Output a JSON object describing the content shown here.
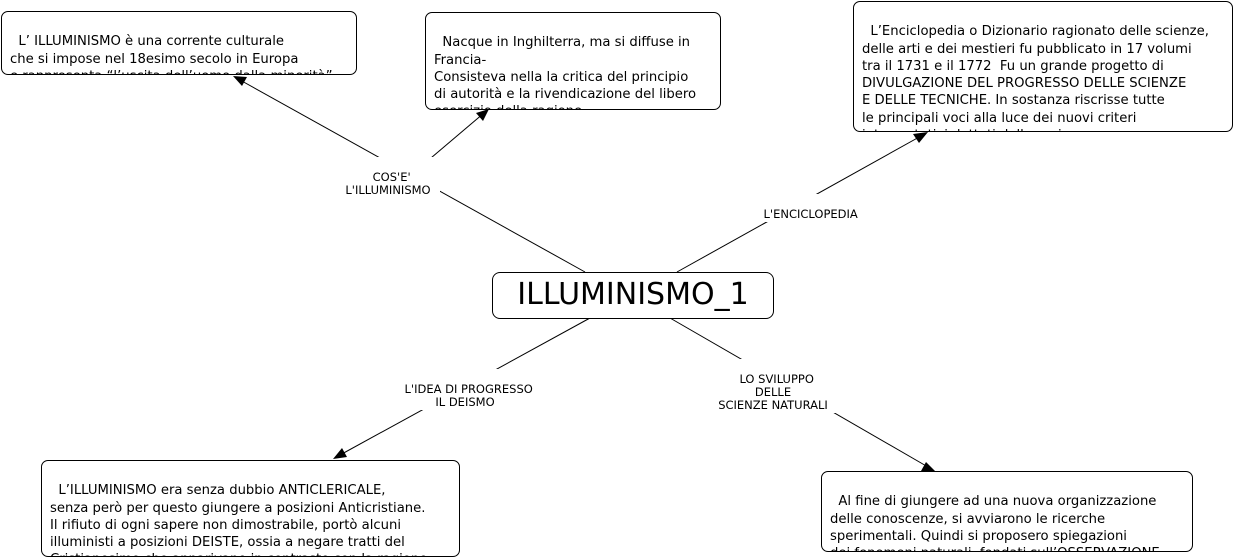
{
  "center": {
    "text": "ILLUMINISMO_1"
  },
  "nodes": {
    "top_left": "L’ ILLUMINISMO è una corrente culturale\nche si impose nel 18esimo secolo in Europa\ne rappresenta “l’uscita dell’uomo dalla minorità”",
    "top_mid": "Nacque in Inghilterra, ma si diffuse in\nFrancia-\nConsisteva nella la critica del principio\ndi autorità e la rivendicazione del libero\nesercizio della ragione,",
    "top_right": "L’Enciclopedia o Dizionario ragionato delle scienze,\ndelle arti e dei mestieri fu pubblicato in 17 volumi\ntra il 1731 e il 1772  Fu un grande progetto di\nDIVULGAZIONE DEL PROGRESSO DELLE SCIENZE\nE DELLE TECNICHE. In sostanza riscrisse tutte\nle principali voci alla luce dei nuovi criteri\ninterpretativi dettati dalla ragione.",
    "bottom_left": "L’ILLUMINISMO era senza dubbio ANTICLERICALE,\nsenza però per questo giungere a posizioni Anticristiane.\nIl rifiuto di ogni sapere non dimostrabile, portò alcuni\nilluministi a posizioni DEISTE, ossia a negare tratti del\nCristianesimo che apparivano in contrasto con la ragione",
    "bottom_right": "Al fine di giungere ad una nuova organizzazione\ndelle conoscenze, si avviarono le ricerche\nsperimentali. Quindi si proposero spiegazioni\ndei fenomeni naturali, fondati sull’OSSERVAZIONE"
  },
  "link_labels": {
    "cose": "COS'E'\nL'ILLUMINISMO",
    "enciclopedia": "L'ENCICLOPEDIA",
    "progresso": "L'IDEA DI PROGRESSO\nIL DEISMO",
    "scienze": "LO SVILUPPO\nDELLE\nSCIENZE NATURALI"
  },
  "colors": {
    "line": "#000000",
    "box_border": "#000000",
    "background": "#ffffff"
  }
}
